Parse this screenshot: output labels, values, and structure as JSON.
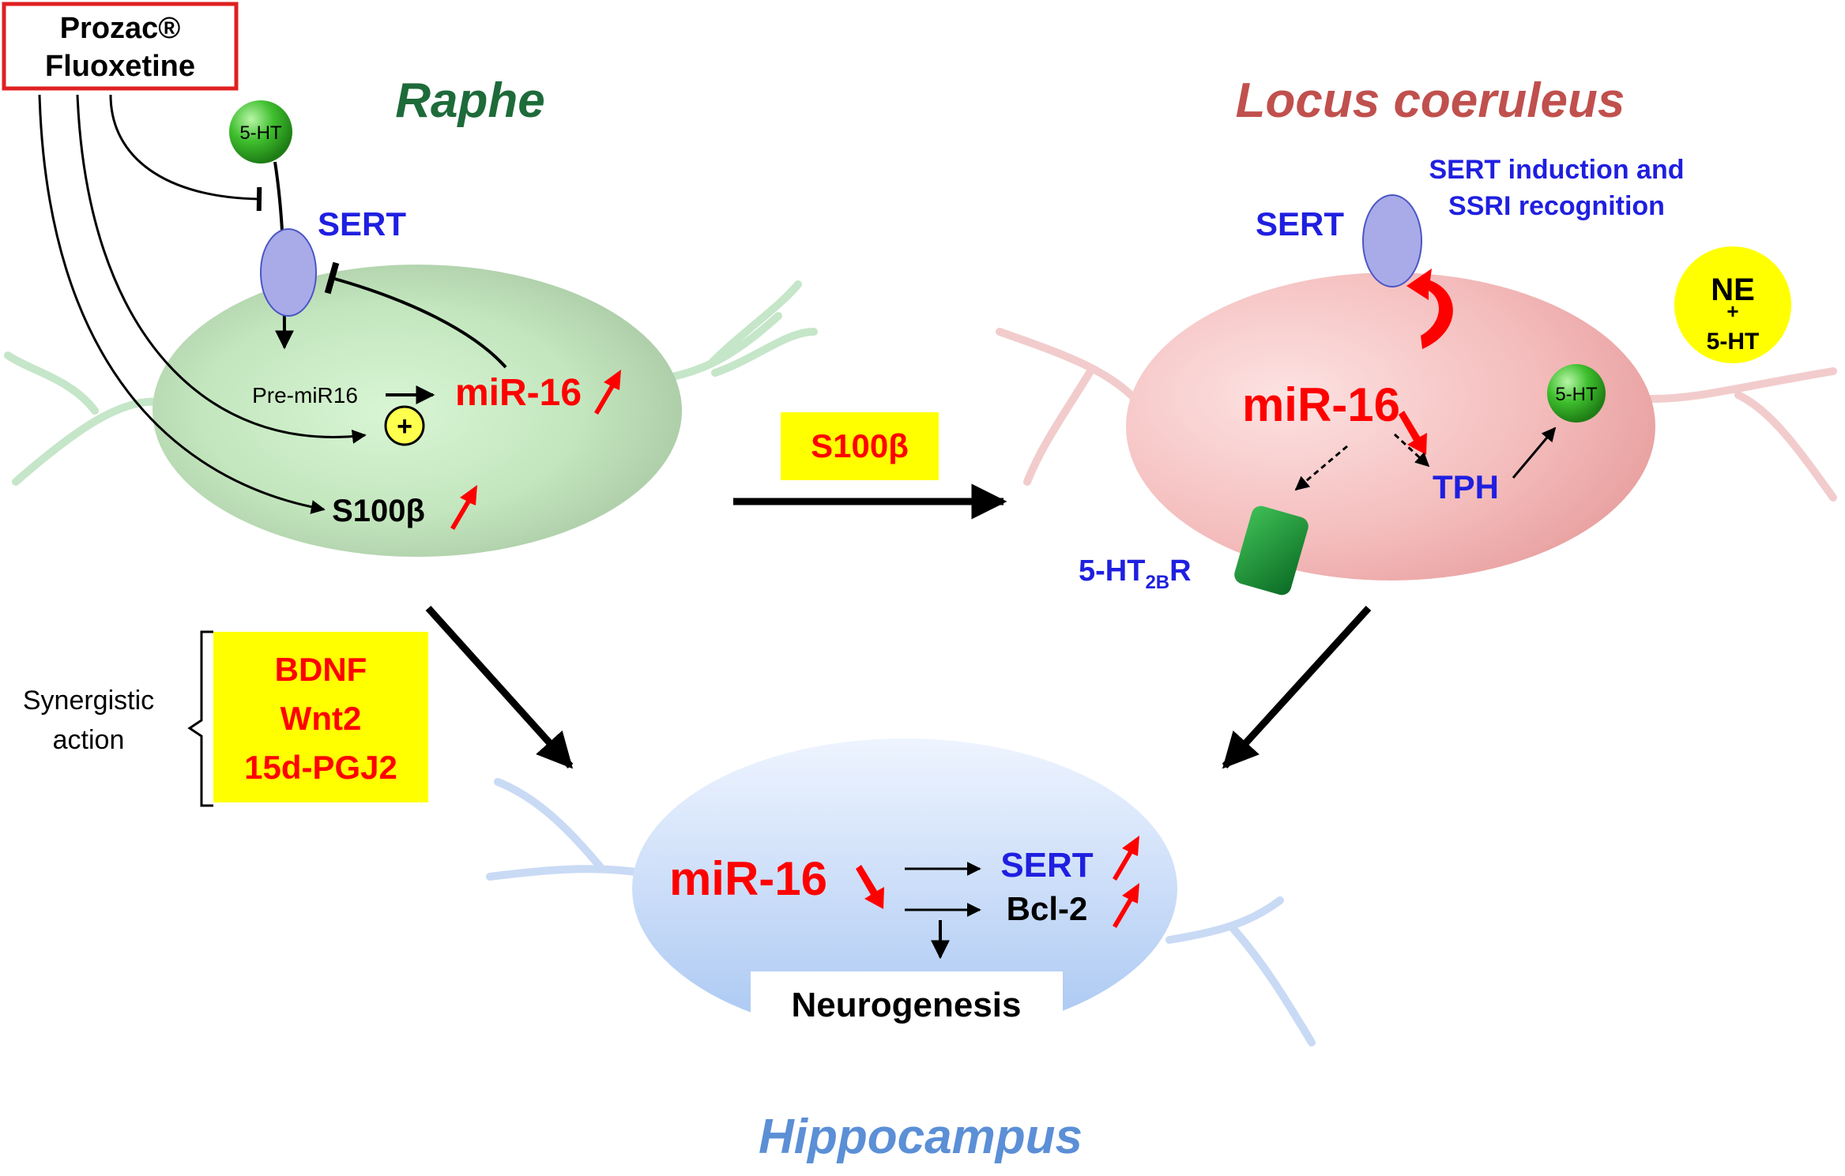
{
  "drug": {
    "line1": "Prozac®",
    "line2": "Fluoxetine"
  },
  "regions": {
    "raphe": "Raphe",
    "locus": "Locus coeruleus",
    "hippo": "Hippocampus"
  },
  "raphe": {
    "ht": "5-HT",
    "sert": "SERT",
    "pre_mir": "Pre-miR16",
    "mir": "miR-16",
    "s100": "S100β",
    "plus": "+"
  },
  "middle": {
    "s100_box": "S100β"
  },
  "locus": {
    "sert": "SERT",
    "note_line1": "SERT induction and",
    "note_line2": "SSRI recognition",
    "ne_line1": "NE",
    "ne_plus": "+",
    "ne_line2": "5-HT",
    "mir": "miR-16",
    "ht": "5-HT",
    "tph": "TPH",
    "receptor_main": "5-HT",
    "receptor_sub": "2B",
    "receptor_end": "R"
  },
  "synergy": {
    "label_line1": "Synergistic",
    "label_line2": "action",
    "items": [
      "BDNF",
      "Wnt2",
      "15d-PGJ2"
    ]
  },
  "hippo": {
    "mir": "miR-16",
    "sert": "SERT",
    "bcl2": "Bcl-2",
    "neuro": "Neurogenesis"
  },
  "colors": {
    "raphe_title": "#1e6b3a",
    "locus_title": "#c0504d",
    "hippo_title": "#5b8fd6",
    "red": "#ff0000",
    "blue": "#1f1fe0",
    "yellow": "#ffff00"
  }
}
